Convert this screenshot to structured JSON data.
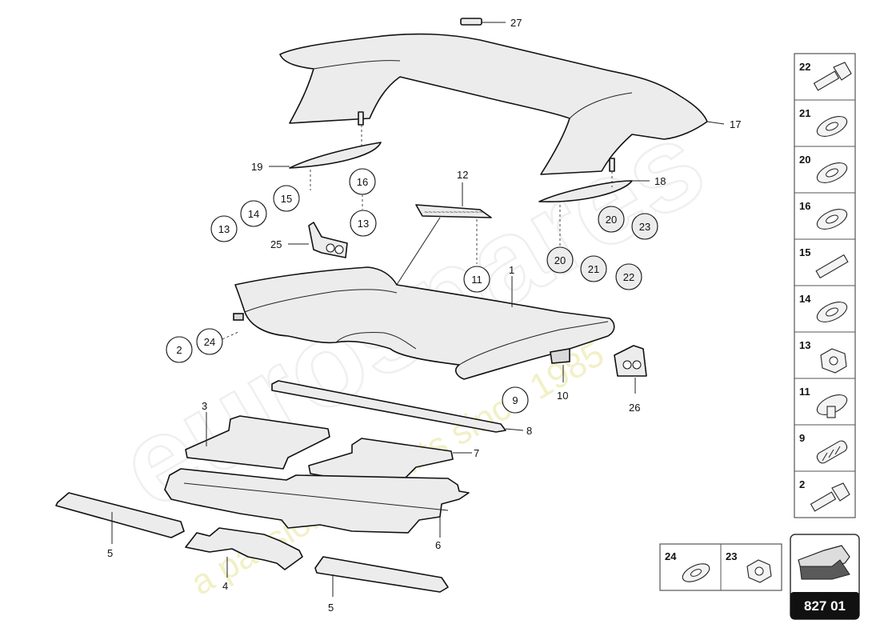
{
  "watermark": {
    "brand": "eurospares",
    "tagline": "a passion for parts since 1985",
    "color": "#e8e59a"
  },
  "callouts": {
    "c1": "1",
    "c2": "2",
    "c3": "3",
    "c4": "4",
    "c5a": "5",
    "c5b": "5",
    "c6": "6",
    "c7": "7",
    "c8": "8",
    "c9": "9",
    "c10": "10",
    "c11": "11",
    "c12": "12",
    "c13a": "13",
    "c13b": "13",
    "c14": "14",
    "c15": "15",
    "c16": "16",
    "c17": "17",
    "c18": "18",
    "c19": "19",
    "c20a": "20",
    "c20b": "20",
    "c21": "21",
    "c22": "22",
    "c23": "23",
    "c24": "24",
    "c25": "25",
    "c26": "26",
    "c27": "27"
  },
  "legend_column": [
    {
      "num": "22",
      "icon": "bolt-icon"
    },
    {
      "num": "21",
      "icon": "washer-icon"
    },
    {
      "num": "20",
      "icon": "washer-icon"
    },
    {
      "num": "16",
      "icon": "washer-icon"
    },
    {
      "num": "15",
      "icon": "stud-icon"
    },
    {
      "num": "14",
      "icon": "washer-icon"
    },
    {
      "num": "13",
      "icon": "nut-icon"
    },
    {
      "num": "11",
      "icon": "clip-icon"
    },
    {
      "num": "9",
      "icon": "spring-clip-icon"
    },
    {
      "num": "2",
      "icon": "bolt-icon"
    }
  ],
  "legend_bottom": [
    {
      "num": "24",
      "icon": "washer-icon"
    },
    {
      "num": "23",
      "icon": "nut-icon"
    }
  ],
  "reference": {
    "code": "827 01",
    "arrow_color": "#5a5a5a"
  }
}
